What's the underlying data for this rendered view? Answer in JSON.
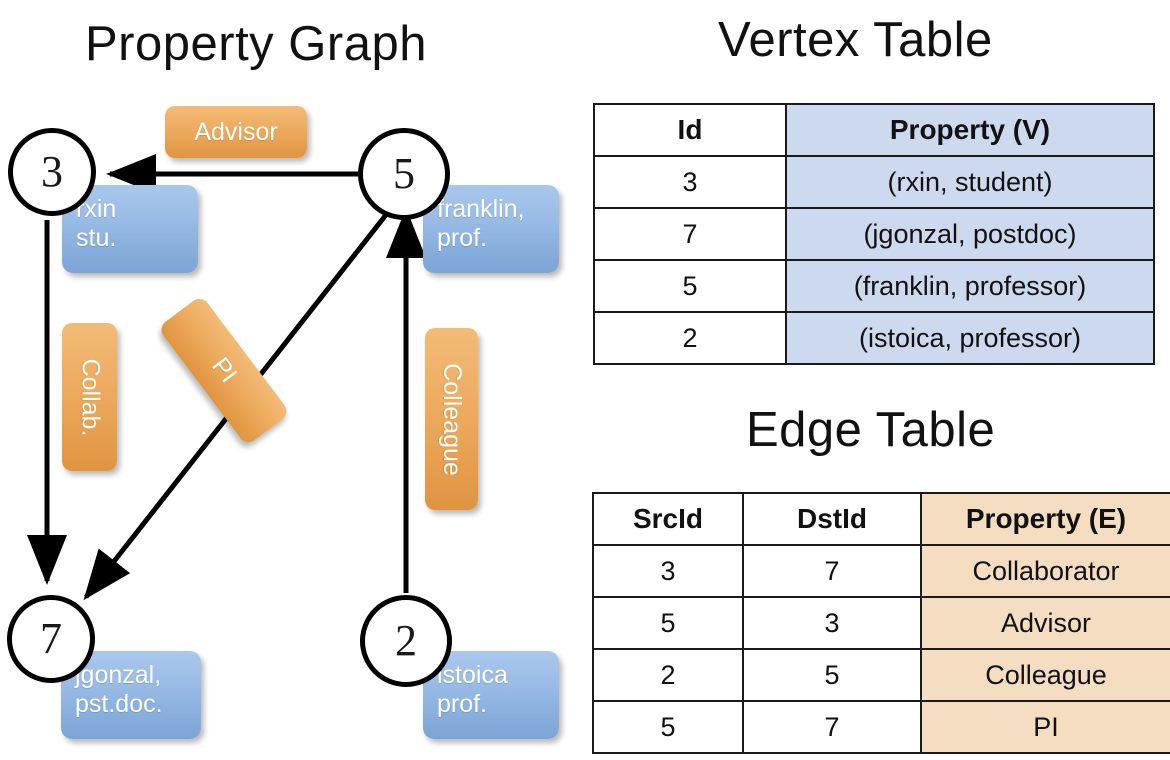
{
  "titles": {
    "property_graph": "Property Graph",
    "vertex_table": "Vertex Table",
    "edge_table": "Edge Table"
  },
  "graph": {
    "nodes": [
      {
        "id": "3",
        "property_label": "rxin\nstu.",
        "line1": "rxin",
        "line2": "stu."
      },
      {
        "id": "5",
        "property_label": "franklin, prof.",
        "line1": "franklin,",
        "line2": "prof."
      },
      {
        "id": "7",
        "property_label": "jgonzal, pst.doc.",
        "line1": "jgonzal,",
        "line2": "pst.doc."
      },
      {
        "id": "2",
        "property_label": "istoica prof.",
        "line1": "istoica",
        "line2": "prof."
      }
    ],
    "edge_labels": [
      {
        "name": "advisor",
        "text": "Advisor",
        "from": "5",
        "to": "3"
      },
      {
        "name": "collab",
        "text": "Collab.",
        "from": "3",
        "to": "7"
      },
      {
        "name": "pi",
        "text": "PI",
        "from": "5",
        "to": "7"
      },
      {
        "name": "colleague",
        "text": "Colleague",
        "from": "2",
        "to": "5"
      }
    ]
  },
  "vertex_table": {
    "headers": [
      "Id",
      "Property (V)"
    ],
    "rows": [
      {
        "id": "3",
        "property": "(rxin, student)"
      },
      {
        "id": "7",
        "property": "(jgonzal, postdoc)"
      },
      {
        "id": "5",
        "property": "(franklin, professor)"
      },
      {
        "id": "2",
        "property": "(istoica, professor)"
      }
    ]
  },
  "edge_table": {
    "headers": [
      "SrcId",
      "DstId",
      "Property (E)"
    ],
    "rows": [
      {
        "src": "3",
        "dst": "7",
        "property": "Collaborator"
      },
      {
        "src": "5",
        "dst": "3",
        "property": "Advisor"
      },
      {
        "src": "2",
        "dst": "5",
        "property": "Colleague"
      },
      {
        "src": "5",
        "dst": "7",
        "property": "PI"
      }
    ]
  },
  "colors": {
    "vertex_cell_blue": "#ccd9ee",
    "edge_cell_orange": "#f5ddc2",
    "node_box_blue": "#96b9e4",
    "edge_box_orange": "#eca95c",
    "stroke": "#1a1a1a",
    "background": "#ffffff"
  }
}
